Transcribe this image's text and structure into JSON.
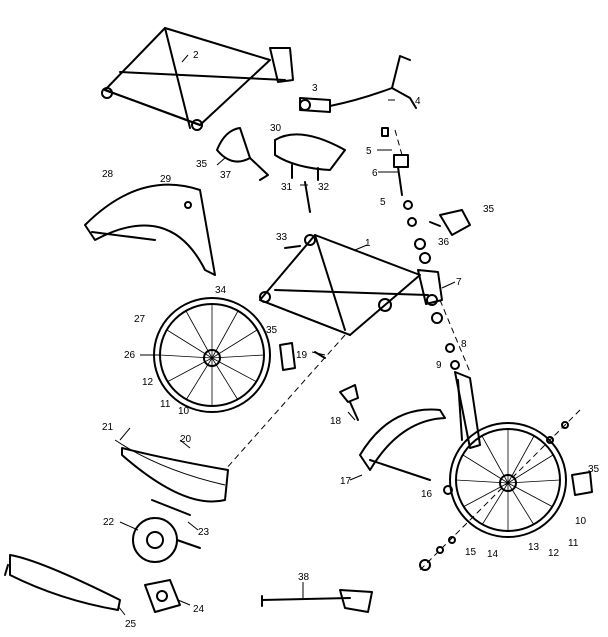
{
  "labels": {
    "frame_top": "2",
    "handlebar_grip": "3",
    "handlebar": "4",
    "saddle": "30",
    "headset_upper": "5",
    "reflector_left": "35",
    "stem": "6",
    "pedal_crank_small": "37",
    "seat_post_left": "31",
    "seat_post_right": "32",
    "headset_lower": "5",
    "fender_rear_top": "28",
    "fender_rear_mid": "29",
    "reflector_right": "35",
    "bolt": "33",
    "reflector_bracket": "36",
    "frame_main": "1",
    "bearing_set": "7",
    "wheel_rim_rear": "34",
    "wheel_tire_rear": "27",
    "reflector_mid": "35",
    "fork_bearing": "8",
    "hub_rear": "26",
    "brake_block": "19",
    "fork_nut": "9",
    "axle_nut_rear": "12",
    "spoke_rear": "11",
    "wheel_rear": "10",
    "kickstand": "18",
    "chain_guard_wire": "21",
    "chain_guard": "20",
    "fender_front": "17",
    "hub_front": "16",
    "reflector_front": "35",
    "chainwheel": "22",
    "crank_pin": "23",
    "wheel_front": "10",
    "axle_nut_front": "11",
    "spoke_front": "13",
    "hub_shell_front": "12",
    "axle_front": "14",
    "axle_assembly": "15",
    "pedal": "24",
    "crank_arm": "25",
    "brake_rod": "38"
  }
}
